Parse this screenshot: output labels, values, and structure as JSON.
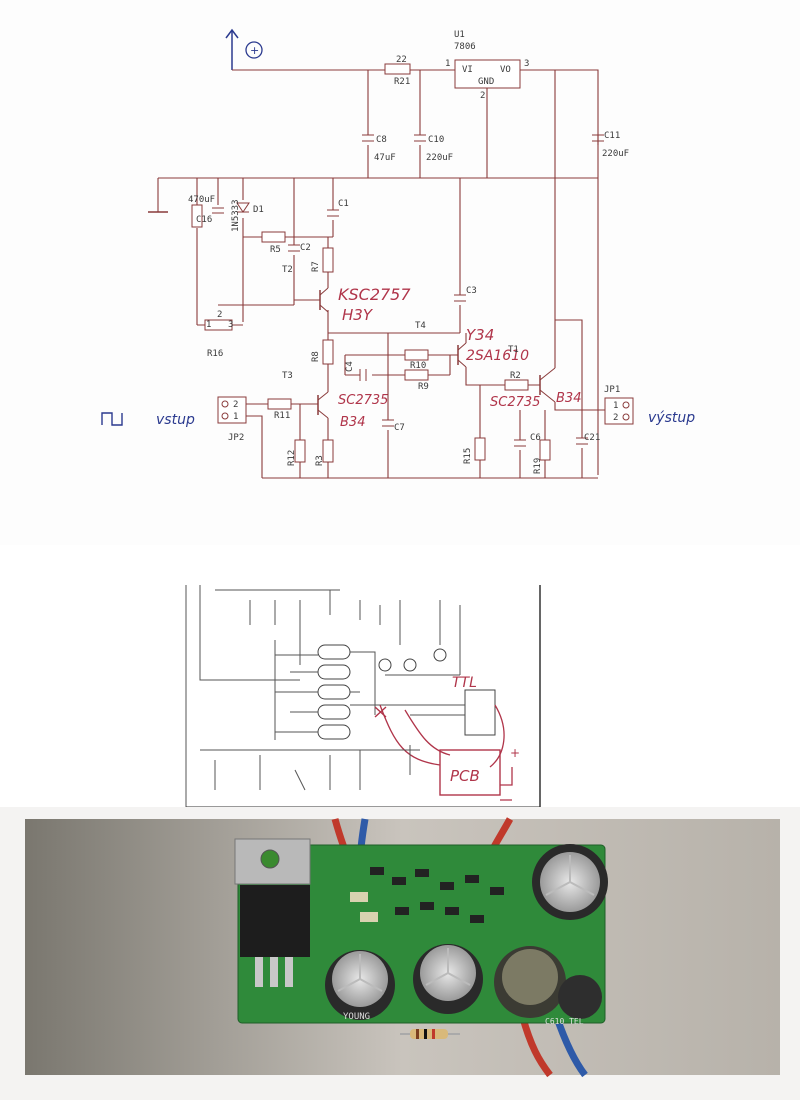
{
  "schematic": {
    "regulator": {
      "ref": "U1",
      "part": "7806",
      "pin_in": "VI",
      "pin_out": "VO",
      "pin_gnd": "GND",
      "pin1": "1",
      "pin2": "2",
      "pin3": "3"
    },
    "plus_symbol": "+",
    "resistor_labels": [
      "22",
      "R21",
      "R5",
      "R7",
      "R8",
      "R10",
      "R9",
      "R2",
      "R11",
      "R12",
      "R3",
      "R15",
      "R19",
      "R16"
    ],
    "capacitor_labels": [
      "C8",
      "47uF",
      "C10",
      "220uF",
      "C11",
      "220uF",
      "C1",
      "C2",
      "C3",
      "C4",
      "C7",
      "C6",
      "C21",
      "470uF",
      "C16"
    ],
    "diode": {
      "ref": "D1",
      "part": "1N5333"
    },
    "transistor_labels": [
      "T2",
      "T3",
      "T4",
      "T1"
    ],
    "handwritten_transistors": [
      "KSC2757",
      "H3Y",
      "Y34",
      "2SA1610",
      "SC2735",
      "B34",
      "SC2735",
      "B34"
    ],
    "connectors": {
      "in_ref": "JP2",
      "out_ref": "JP1",
      "pin1": "1",
      "pin2": "2"
    },
    "input_label": "vstup",
    "output_label": "výstup",
    "pot_pins": [
      "1",
      "2",
      "3"
    ]
  },
  "scan2": {
    "handwritten_ttl": "TTL",
    "handwritten_pcb": "PCB",
    "plus": "+"
  },
  "photo": {
    "cap_print": "YOUNG",
    "cap_print2": "C610 TEL"
  },
  "colors": {
    "ink_pen_red": "#b0354a",
    "ink_pen_blue": "#2b3a8f",
    "schematic_wire": "#8a3b3b",
    "pcb_green": "#2f8a3a"
  }
}
